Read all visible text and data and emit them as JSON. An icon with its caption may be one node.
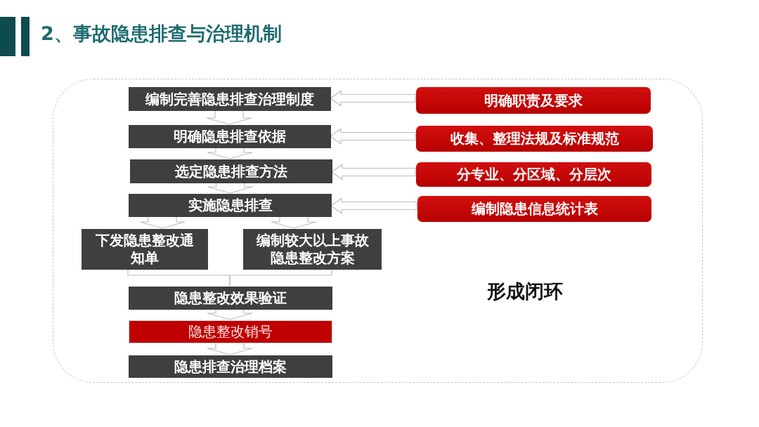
{
  "diagram": {
    "title": "2、事故隐患排查与治理机制",
    "nodes": [
      {
        "text": [
          "形成闭环"
        ]
      },
      {
        "text": [
          "编制完善隐患排查治理制度"
        ],
        "in": 0
      },
      {
        "text": [
          "明确隐患排查依据"
        ],
        "in": 0
      },
      {
        "text": [
          "选定隐患排查方法"
        ],
        "in": 0
      },
      {
        "text": [
          "实施隐患排查"
        ],
        "in": 0
      },
      {
        "text": [
          "下发隐患整改通知单"
        ],
        "in": 0
      },
      {
        "text": [
          "编制较大以上事故隐患整改方案"
        ],
        "in": 0
      },
      {
        "text": [
          "隐患整改效果验证"
        ],
        "in": 0
      },
      {
        "text": [
          "隐患整改销号"
        ],
        "in": 0
      },
      {
        "text": [
          "隐患排查治理档案"
        ],
        "in": 0
      },
      {
        "text": [
          "明确职责及要求"
        ],
        "in": 0
      },
      {
        "text": [
          "收集、整理法规及标准规范"
        ],
        "in": 0
      },
      {
        "text": [
          "分专业、分区域、分层次"
        ],
        "in": 0
      },
      {
        "text": [
          "编制隐患信息统计表"
        ],
        "in": 0
      }
    ],
    "edges": [
      {
        "from": 10,
        "to": 1,
        "arrow": "to"
      },
      {
        "from": 11,
        "to": 2,
        "arrow": "to"
      },
      {
        "from": 12,
        "to": 3,
        "arrow": "to"
      },
      {
        "from": 13,
        "to": 4,
        "arrow": "to"
      },
      {
        "from": 1,
        "to": 2,
        "arrow": "to"
      },
      {
        "from": 2,
        "to": 3,
        "arrow": "to"
      },
      {
        "from": 3,
        "to": 4,
        "arrow": "to"
      },
      {
        "from": 4,
        "to": 5,
        "arrow": "to"
      },
      {
        "from": 4,
        "to": 6,
        "arrow": "to"
      },
      {
        "from": 5,
        "to": 7,
        "arrow": "none"
      },
      {
        "from": 6,
        "to": 7,
        "arrow": "none"
      },
      {
        "from": 7,
        "to": 8,
        "arrow": "to"
      },
      {
        "from": 8,
        "to": 9,
        "arrow": "to"
      }
    ]
  }
}
